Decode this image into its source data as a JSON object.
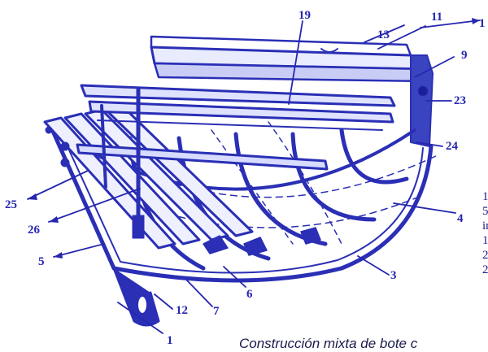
{
  "callouts": {
    "c1_top": "1",
    "c9": "9",
    "c11": "11",
    "c13": "13",
    "c19": "19",
    "c23": "23",
    "c24": "24",
    "c25": "25",
    "c26": "26",
    "c4": "4",
    "c5": "5",
    "c3": "3",
    "c6": "6",
    "c7": "7",
    "c12": "12",
    "c1_bottom": "1"
  },
  "legend": {
    "l1": "1",
    "l2": "5",
    "l3": "ir",
    "l4": "1",
    "l5": "2",
    "l6": "2"
  },
  "caption": "Construcción mixta de bote c",
  "colors": {
    "ink": "#2626b0",
    "planking": "#4a56c8",
    "paper": "#ffffff"
  }
}
